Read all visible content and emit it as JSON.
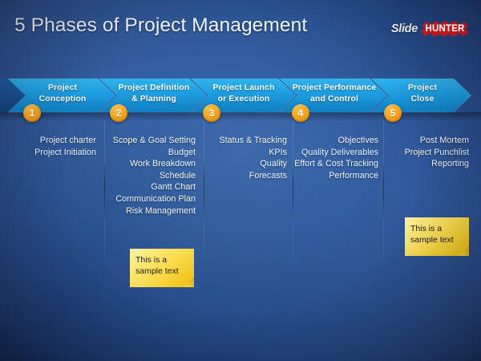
{
  "slide": {
    "title": "5 Phases of Project Management",
    "background_color": "#2c569a",
    "accent_color": "#f9a81b",
    "chevron_color": "#1d9de0"
  },
  "logo": {
    "word_one": "Slide",
    "word_two": "HUNTER",
    "splat_color": "#e21b22"
  },
  "phases": [
    {
      "number": "1",
      "title_line_1": "Project",
      "title_line_2": "Conception",
      "items": [
        "Project charter",
        "Project Initiation"
      ]
    },
    {
      "number": "2",
      "title_line_1": "Project Definition",
      "title_line_2": "& Planning",
      "items": [
        "Scope & Goal Setting",
        "Budget",
        "Work Breakdown",
        "Schedule",
        "Gantt Chart",
        "Communication Plan",
        "Risk Management"
      ]
    },
    {
      "number": "3",
      "title_line_1": "Project Launch",
      "title_line_2": "or Execution",
      "items": [
        "Status & Tracking",
        "KPIs",
        "Quality",
        "Forecasts"
      ]
    },
    {
      "number": "4",
      "title_line_1": "Project Performance",
      "title_line_2": "and Control",
      "items": [
        "Objectives",
        "Quality Deliverables",
        "Effort & Cost Tracking",
        "Performance"
      ]
    },
    {
      "number": "5",
      "title_line_1": "Project",
      "title_line_2": "Close",
      "items": [
        "Post Mortem",
        "Project Punchlist",
        "Reporting"
      ]
    }
  ],
  "sticky_notes": [
    {
      "line_1": "This is a",
      "line_2": "sample text"
    },
    {
      "line_1": "This is a",
      "line_2": "sample text"
    }
  ]
}
